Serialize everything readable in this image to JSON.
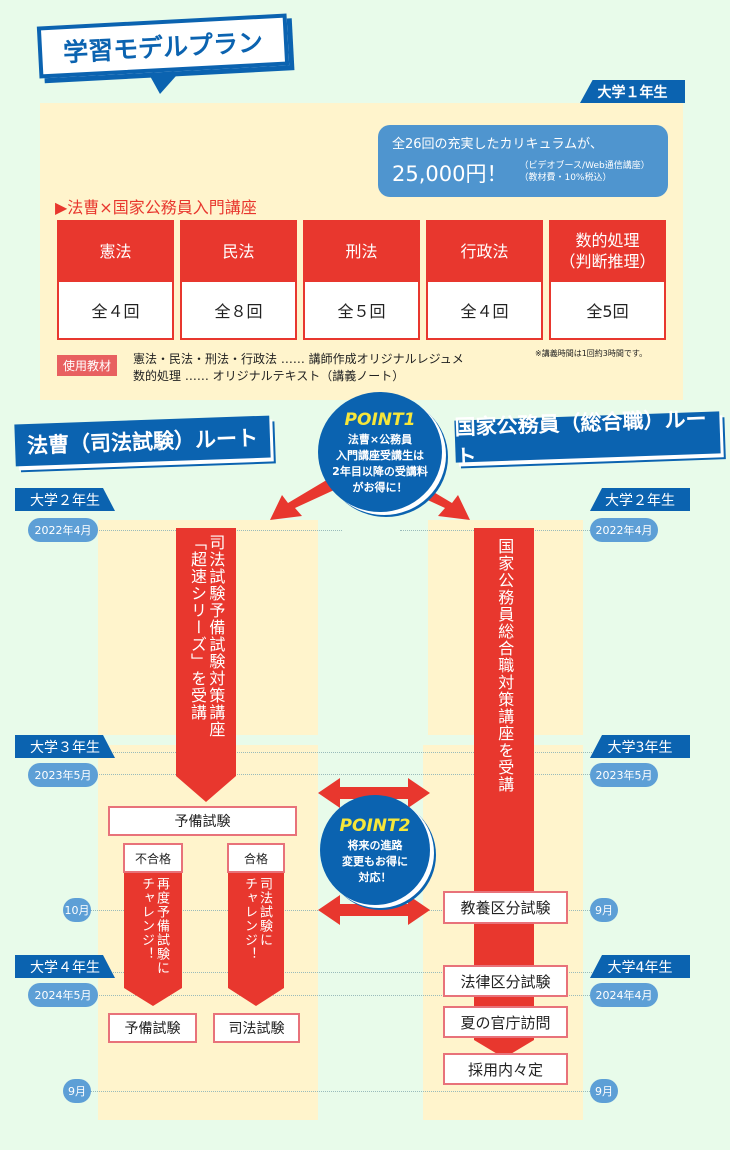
{
  "title": "学習モデルプラン",
  "year1": "大学１年生",
  "price": {
    "line1": "全26回の充実したカリキュラムが、",
    "amount": "25,000円！",
    "note1": "（ビデオブース/Web通信講座）",
    "note2": "（教材費・10%税込）"
  },
  "course_title": "▶法曹×国家公務員入門講座",
  "courses": [
    {
      "name": "憲法",
      "count": "全４回"
    },
    {
      "name": "民法",
      "count": "全８回"
    },
    {
      "name": "刑法",
      "count": "全５回"
    },
    {
      "name": "行政法",
      "count": "全４回"
    },
    {
      "name": "数的処理\n（判断推理）",
      "count": "全5回"
    }
  ],
  "lecture_note": "※講義時間は1回約3時間です。",
  "materials": {
    "label": "使用教材",
    "line1": "憲法・民法・刑法・行政法 …… 講師作成オリジナルレジュメ",
    "line2": "数的処理 …… オリジナルテキスト（講義ノート）"
  },
  "left_route": "法曹（司法試験）ルート",
  "right_route": "国家公務員（総合職）ルート",
  "point1": {
    "title": "POINT1",
    "l1": "法曹×公務員",
    "l2": "入門講座受講生は",
    "l3": "2年目以降の受講料",
    "l4": "がお得に！"
  },
  "point2": {
    "title": "POINT2",
    "l1": "将来の進路",
    "l2": "変更もお得に",
    "l3": "対応！"
  },
  "years": {
    "l2": "大学２年生",
    "r2": "大学２年生",
    "l3": "大学３年生",
    "r3": "大学3年生",
    "l4": "大学４年生",
    "r4": "大学4年生"
  },
  "dates": {
    "l1": "2022年4月",
    "r1": "2022年4月",
    "l2": "2023年5月",
    "r2": "2023年5月",
    "l3": "10月",
    "r3": "9月",
    "l4": "2024年5月",
    "r4": "2024年4月",
    "l5": "9月",
    "r5": "9月"
  },
  "left": {
    "arrow1": "司法試験予備試験対策講座",
    "arrow2": "「超速シリーズ」を受講",
    "exam": "予備試験",
    "fail": "不合格",
    "pass": "合格",
    "fail_text1": "再度予備試験に",
    "fail_text2": "チャレンジ！",
    "pass_text1": "司法試験に",
    "pass_text2": "チャレンジ！",
    "exam2": "予備試験",
    "exam3": "司法試験"
  },
  "right": {
    "arrow": "国家公務員総合職対策講座を受講",
    "s1": "教養区分試験",
    "s2": "法律区分試験",
    "s3": "夏の官庁訪問",
    "s4": "採用内々定"
  }
}
